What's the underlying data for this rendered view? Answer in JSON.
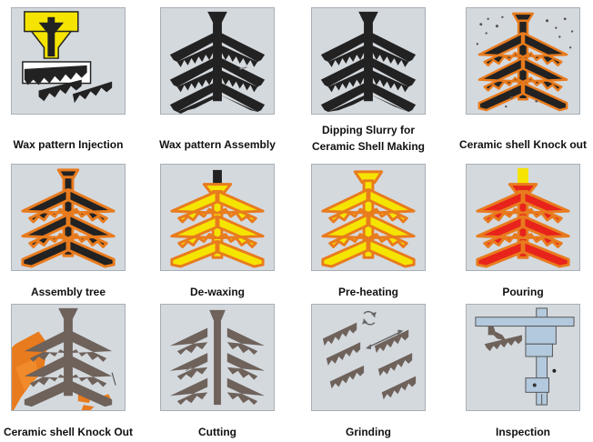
{
  "steps": [
    {
      "label": "Wax pattern Injection"
    },
    {
      "label": "Wax pattern Assembly"
    },
    {
      "label": "Dipping Slurry for\nCeramic Shell Making"
    },
    {
      "label": "Ceramic shell Knock out"
    },
    {
      "label": "Assembly tree"
    },
    {
      "label": "De-waxing"
    },
    {
      "label": "Pre-heating"
    },
    {
      "label": "Pouring"
    },
    {
      "label": "Ceramic shell Knock Out"
    },
    {
      "label": "Cutting"
    },
    {
      "label": "Grinding"
    },
    {
      "label": "Inspection"
    }
  ],
  "colors": {
    "panel_bg": "#d4d9de",
    "wax": "#222222",
    "shell": "#e87b1e",
    "yellow": "#f5e400",
    "red": "#e8231c",
    "metal": "#6e625b"
  },
  "icons": [
    "injection-press-icon",
    "wax-tree-icon",
    "wax-tree-icon",
    "shell-knockout-icon",
    "shell-tree-icon",
    "dewaxing-icon",
    "preheating-icon",
    "pouring-icon",
    "shell-knockout-metal-icon",
    "cutting-icon",
    "grinding-icon",
    "caliper-icon"
  ]
}
